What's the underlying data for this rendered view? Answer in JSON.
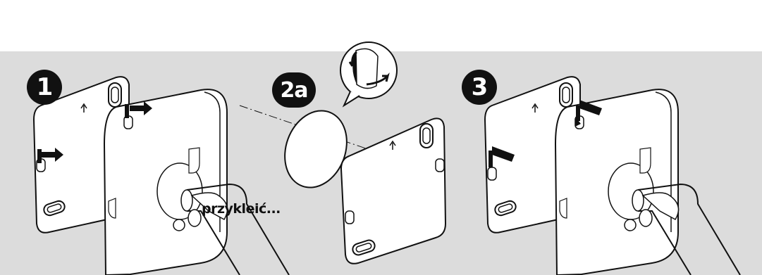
{
  "steps": [
    {
      "label": "1"
    },
    {
      "label": "2a"
    },
    {
      "label": "3"
    }
  ],
  "caption": "przykleić..."
}
